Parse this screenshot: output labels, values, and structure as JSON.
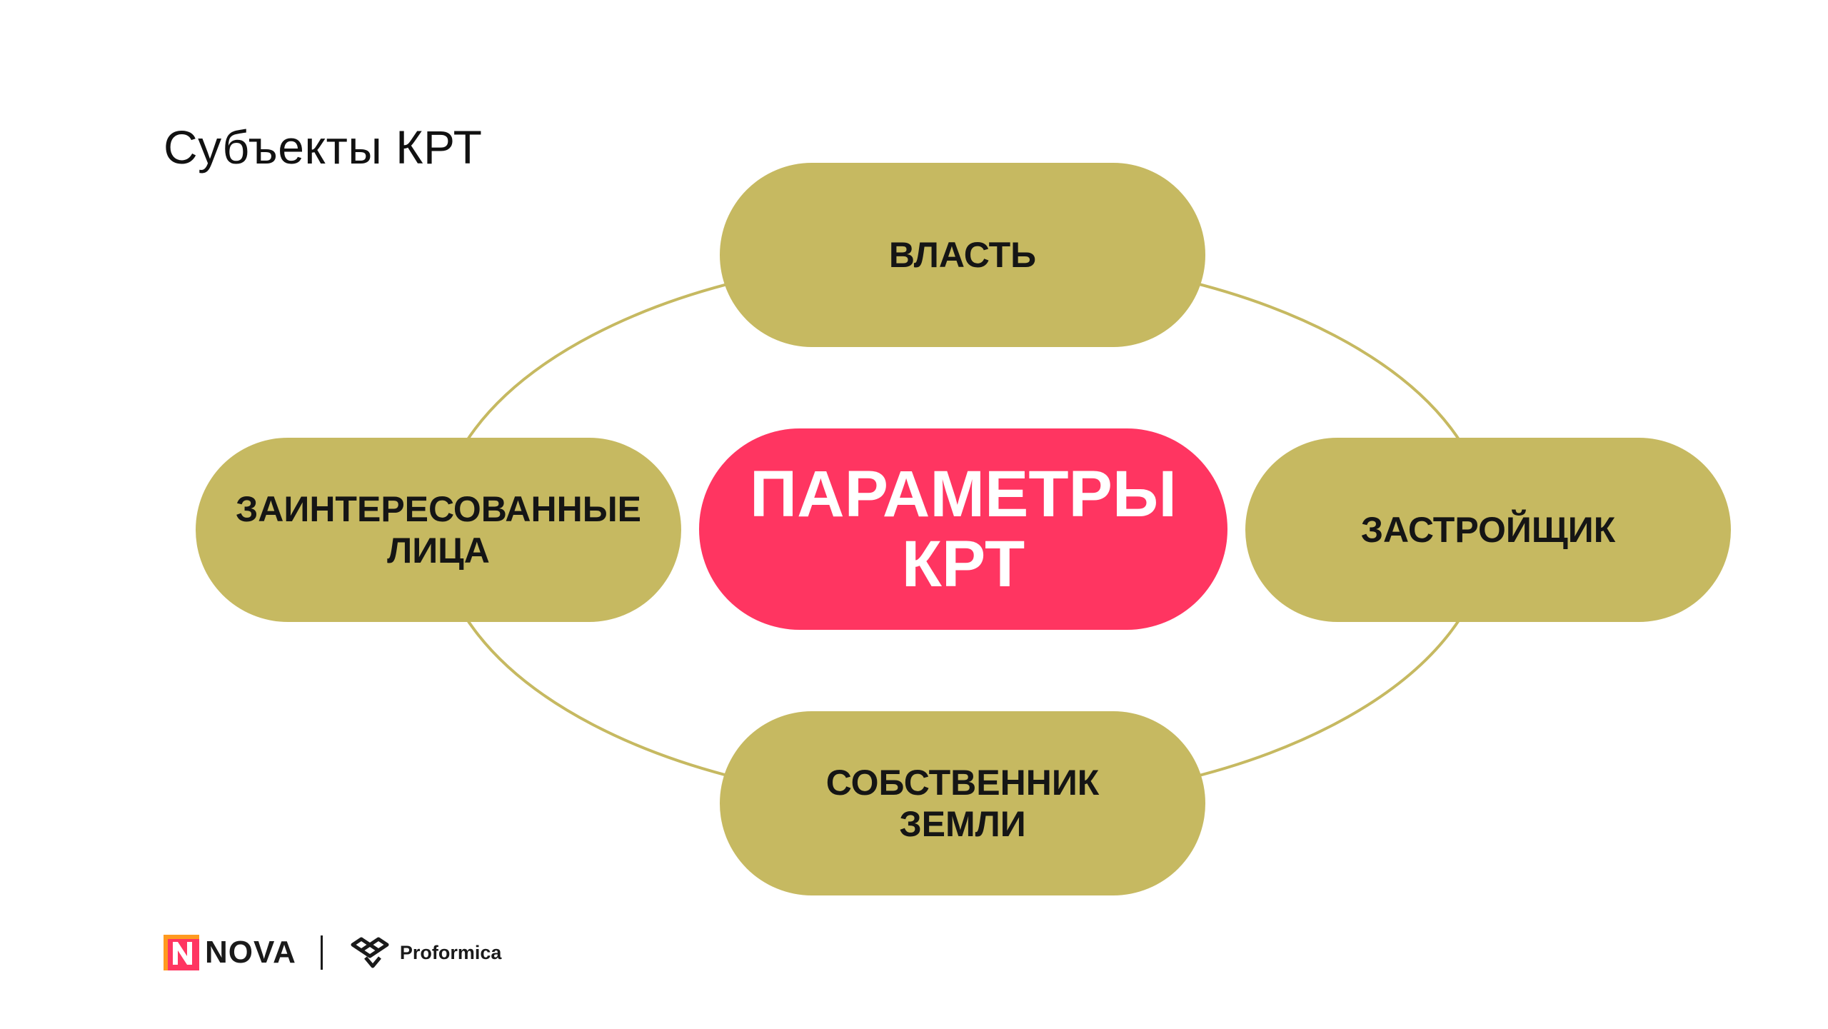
{
  "slide": {
    "title": "Субъекты КРТ"
  },
  "diagram": {
    "center": {
      "label": "ПАРАМЕТРЫ\nКРТ",
      "color": "#ff3561"
    },
    "nodes": [
      {
        "id": "top",
        "label": "ВЛАСТЬ"
      },
      {
        "id": "left",
        "label": "ЗАИНТЕРЕСОВАННЫЕ\nЛИЦА"
      },
      {
        "id": "right",
        "label": "ЗАСТРОЙЩИК"
      },
      {
        "id": "bottom",
        "label": "СОБСТВЕННИК\nЗЕМЛИ"
      }
    ],
    "node_color": "#c6b961",
    "ring_color": "#c6b961"
  },
  "footer": {
    "nova": {
      "label": "NOVA",
      "icon": "nova-logo-icon",
      "accent": "#ff3561",
      "accent2": "#ff9a1f"
    },
    "proformica": {
      "label": "Proformica",
      "icon": "proformica-logo-icon"
    }
  }
}
